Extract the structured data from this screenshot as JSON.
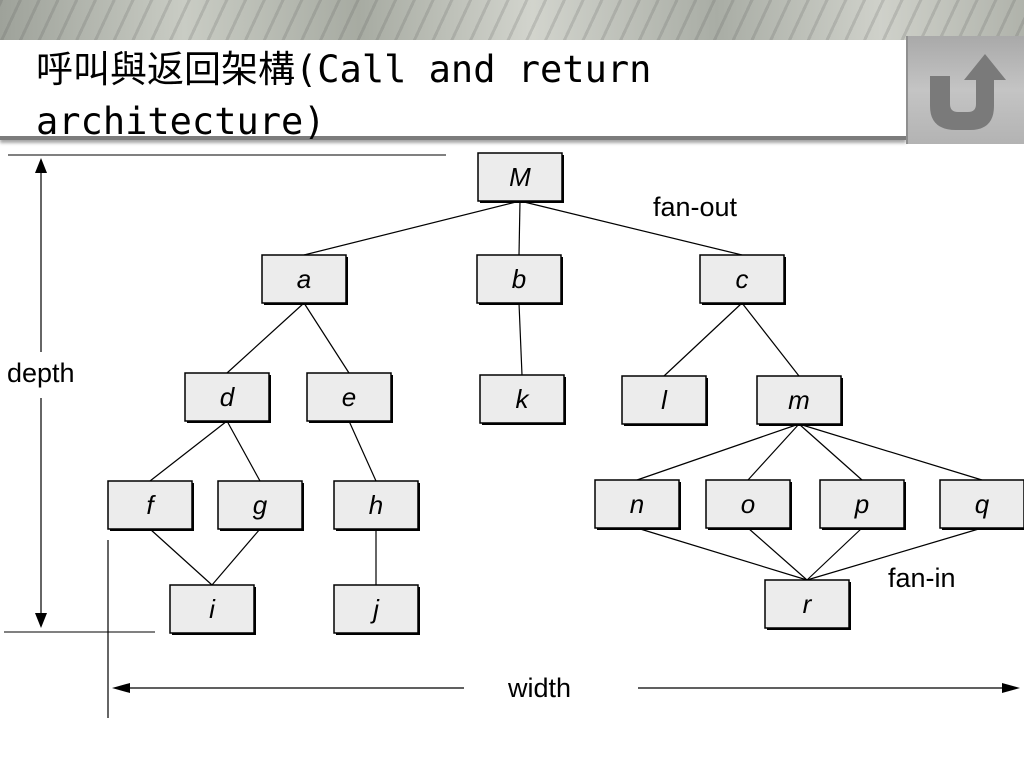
{
  "slide": {
    "title": "呼叫與返回架構(Call and return architecture)"
  },
  "nav": {
    "back_icon": "u-turn-arrow-icon",
    "back_color": "#7a7a7a"
  },
  "diagram": {
    "labels": {
      "fan_out": "fan-out",
      "fan_in": "fan-in",
      "depth": "depth",
      "width": "width"
    },
    "nodes": [
      "M",
      "a",
      "b",
      "c",
      "d",
      "e",
      "k",
      "l",
      "m",
      "f",
      "g",
      "h",
      "n",
      "o",
      "p",
      "q",
      "i",
      "j",
      "r"
    ],
    "edges": [
      [
        "M",
        "a"
      ],
      [
        "M",
        "b"
      ],
      [
        "M",
        "c"
      ],
      [
        "a",
        "d"
      ],
      [
        "a",
        "e"
      ],
      [
        "b",
        "k"
      ],
      [
        "c",
        "l"
      ],
      [
        "c",
        "m"
      ],
      [
        "d",
        "f"
      ],
      [
        "d",
        "g"
      ],
      [
        "e",
        "h"
      ],
      [
        "m",
        "n"
      ],
      [
        "m",
        "o"
      ],
      [
        "m",
        "p"
      ],
      [
        "m",
        "q"
      ],
      [
        "f",
        "i"
      ],
      [
        "g",
        "i"
      ],
      [
        "h",
        "j"
      ],
      [
        "n",
        "r"
      ],
      [
        "o",
        "r"
      ],
      [
        "p",
        "r"
      ],
      [
        "q",
        "r"
      ]
    ]
  }
}
